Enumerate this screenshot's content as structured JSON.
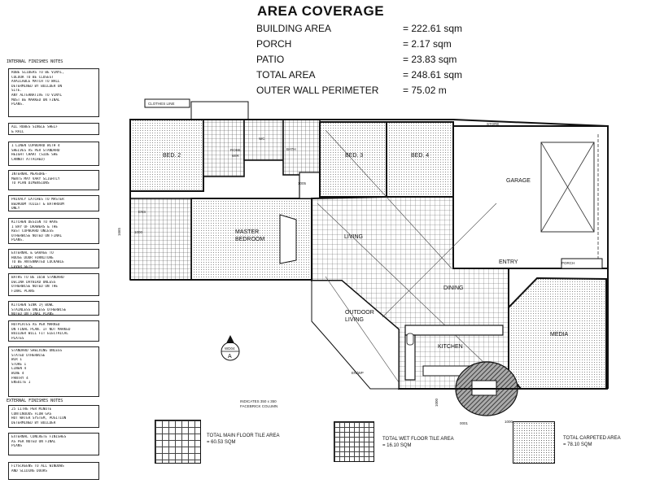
{
  "coverage": {
    "title": "AREA COVERAGE",
    "rows": [
      {
        "label": "BUILDING AREA",
        "value": "= 222.61 sqm"
      },
      {
        "label": "PORCH",
        "value": "= 2.17 sqm"
      },
      {
        "label": "PATIO",
        "value": "= 23.83 sqm"
      },
      {
        "label": "TOTAL AREA",
        "value": "= 248.61 sqm"
      },
      {
        "label": "OUTER WALL PERIMETER",
        "value": "= 75.02 m"
      }
    ]
  },
  "internal_notes": {
    "heading": "INTERNAL FINISHES NOTES",
    "items": [
      [
        "ROBE SLIDERS TO BE VINYL,",
        "COLOUR TO BE CLOSEST",
        "AVAILABLE MATCH TO WALL",
        "DETERMINED BY BUILDER ON",
        "SITE.",
        "ANY ALTERNATIVE TO VINYL",
        "MUST BE MARKED ON FINAL",
        "PLANS."
      ],
      [
        "ALL ROBES SINGLE SHELF",
        "& RAIL"
      ],
      [
        "1 LINEN CUPBOARD WITH 4",
        "SHELVES AS PER STANDARD",
        "HEIGHT CHART (SIDE SHE",
        "CANNOT ATTACHED)"
      ],
      [
        "INTERNAL MEASURE-",
        "MENTS MAY VARY SLIGHTLY",
        "TO PLAN DIMENSIONS"
      ],
      [
        "PRIVACY LATCHES TO MASTER",
        "BEDROOM TOILET & BATHROOM",
        "ONLY"
      ],
      [
        "KITCHEN DESIGN TO HAVE",
        "1 BAY OF DRAWERS & THE",
        "REST CUPBOARD UNLESS",
        "OTHERWISE NOTED ON FINAL",
        "PLANS."
      ],
      [
        "EXTERNAL & GARAGE TO",
        "HOUSE DOOR FURNITURE",
        "TO BE ANTENNATED LOCKABLE",
        "LEVER SETS"
      ],
      [
        "BATHS TO BE 1650 STANDARD",
        "DECINA DAYBIRD UNLESS",
        "OTHERWISE NOTED ON THE",
        "FINAL PLANS"
      ],
      [
        "KITCHEN SINK 1½ BOWL",
        "STAINLESS UNLESS OTHERWISE",
        "NOTED ON FINAL PLANS"
      ],
      [
        "HOTPLATES AS PER MARKED",
        "ON FINAL PLAN. IF NOT MARKED",
        "BUILDER WILL FIT ELECTRICAL",
        "PLATES"
      ],
      [
        "STANDARD SHELVING UNLESS",
        "STATED OTHERWISE",
        "WIR          1",
        "STORE        1",
        "LINEN        4",
        "WINE         4",
        "PANTRY       4",
        "ENSUITE      1"
      ]
    ]
  },
  "external_notes": {
    "heading": "EXTERNAL FINISHES NOTES",
    "items": [
      [
        "25 LITRE PER MINUTE",
        "CONTINUOUS FLOW GAS",
        "HOT WATER SYSTEM, POSITION",
        "DETERMINED BY BUILDER"
      ],
      [
        "EXTERNAL CONCRETE FINISHES",
        "AS PER NOTED ON FINAL",
        "PLANS"
      ],
      [
        "FLYSCREENS TO ALL WINDOWS",
        "AND SLIDING DOORS"
      ]
    ]
  },
  "rooms": {
    "bed2": "BED. 2",
    "bed3": "BED. 3",
    "bed4": "BED. 4",
    "wir": "WIR",
    "robe": "ROBE",
    "bath": "BATH",
    "wc": "WC",
    "garage": "GARAGE",
    "master1": "MASTER",
    "master2": "BEDROOM",
    "living": "LIVING",
    "entry": "ENTRY",
    "dining": "DINING",
    "outdoor1": "OUTDOOR",
    "outdoor2": "LIVING",
    "kitchen": "KITCHEN",
    "media": "MEDIA",
    "store": "STORE",
    "porch": "PORCH",
    "ens": "ENS",
    "linen": "LINEN",
    "clothes_line": "CLOTHES LINE"
  },
  "annotations": {
    "dim_1005": "1005",
    "dim_1000": "1000",
    "dim_1000b": "1000",
    "dim_1665": "1665",
    "dim_0001": "0001",
    "dim_1000c": "1000",
    "en_wp": "EN/WP",
    "facebrick": "INDICATES 350 x 350",
    "facebrick2": "FACEBRICK COLUMN",
    "section_id": "WD04",
    "section_letter": "A"
  },
  "legend": {
    "main_tile": [
      "TOTAL MAIN FLOOR TILE AREA",
      "= 60.53 SQM"
    ],
    "wet_tile": [
      "TOTAL WET FLOOR TILE AREA",
      "= 16.10 SQM"
    ],
    "carpet": [
      "TOTAL CARPETED AREA",
      "= 78.10 SQM"
    ]
  }
}
